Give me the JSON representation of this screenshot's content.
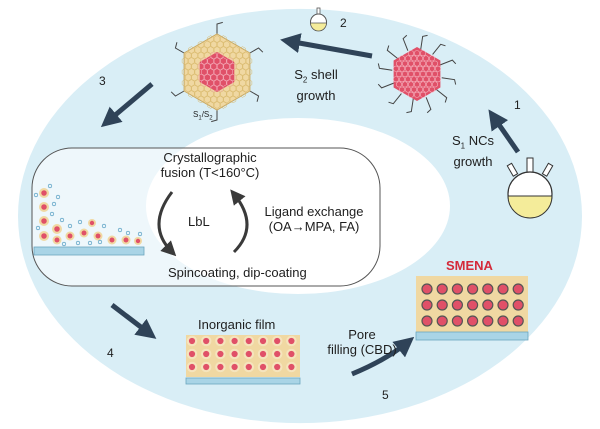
{
  "steps": {
    "s1": {
      "number": "1",
      "line1_pre": "S",
      "line1_sub": "1",
      "line1_post": " NCs",
      "line2": "growth"
    },
    "s2": {
      "number": "2",
      "line1_pre": "S",
      "line1_sub": "2",
      "line1_post": " shell",
      "line2": "growth"
    },
    "s3": {
      "number": "3"
    },
    "s4": {
      "number": "4"
    },
    "s5": {
      "number": "5",
      "line1": "Pore",
      "line2": "filling (CBD)"
    }
  },
  "core_shell_label": {
    "pre": "S",
    "sub1": "1",
    "mid": "/S",
    "sub2": "2"
  },
  "cycle_box": {
    "fusion_line1": "Crystallographic",
    "fusion_line2": "fusion (T<160°C)",
    "lbl": "LbL",
    "ligand_line1": "Ligand exchange",
    "ligand_line2": "(OA→MPA, FA)",
    "deposition": "Spincoating, dip-coating"
  },
  "inorganic_film_label": "Inorganic film",
  "smena_label": "SMENA",
  "colors": {
    "ring": "#d9eef6",
    "nc_red": "#e05068",
    "shell": "#f0d8a2",
    "substrate": "#a9d4e6",
    "arrow": "#2f4358",
    "smena_text": "#d42a3a"
  }
}
